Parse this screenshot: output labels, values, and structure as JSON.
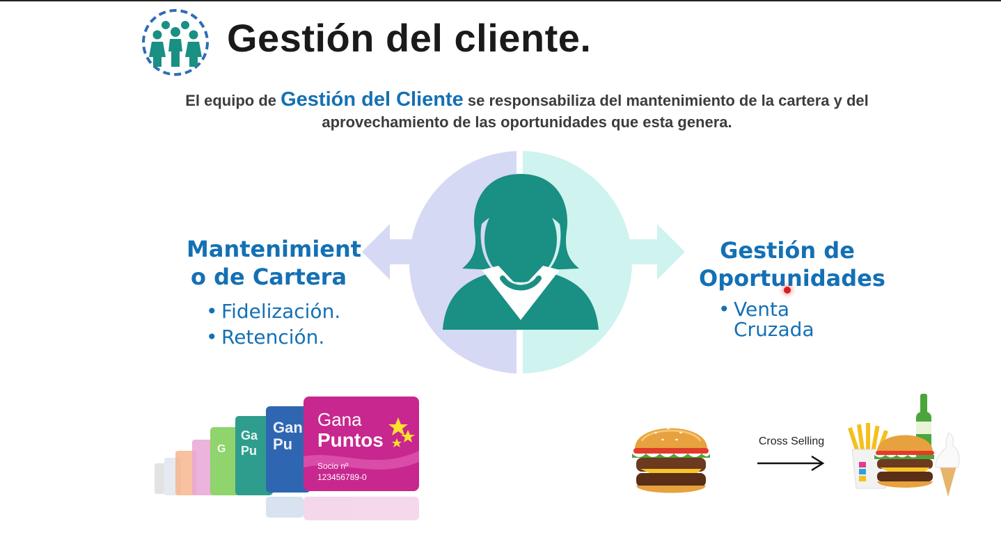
{
  "slide": {
    "title": "Gestión del cliente.",
    "intro": {
      "pre": "El equipo de ",
      "highlight": "Gestión del Cliente",
      "post": " se responsabiliza del mantenimiento de la cartera y del aprovechamiento de las oportunidades que esta genera."
    },
    "left": {
      "heading_line1": "Mantenimient",
      "heading_line2": "o de Cartera",
      "bullets": [
        "Fidelización.",
        "Retención."
      ]
    },
    "right": {
      "heading_line1": "Gestión de",
      "heading_line2": "Oportunidades",
      "bullet_line1": "Venta",
      "bullet_line2": "Cruzada"
    },
    "cards": {
      "brand_line1": "Gana",
      "brand_line2": "Puntos",
      "member_label": "Socio nº",
      "member_number": "123456789-0"
    },
    "cross_selling_label": "Cross Selling"
  },
  "colors": {
    "accent_blue": "#1470b4",
    "teal": "#1a8f83",
    "lavender": "#d6d9f3",
    "mint": "#cff3ef",
    "card_magenta": "#c8278f"
  },
  "icons": [
    "people-group-icon",
    "woman-avatar-icon",
    "arrow-left-icon",
    "arrow-right-icon",
    "cross-selling-arrow-icon",
    "burger-icon",
    "combo-meal-icon"
  ]
}
